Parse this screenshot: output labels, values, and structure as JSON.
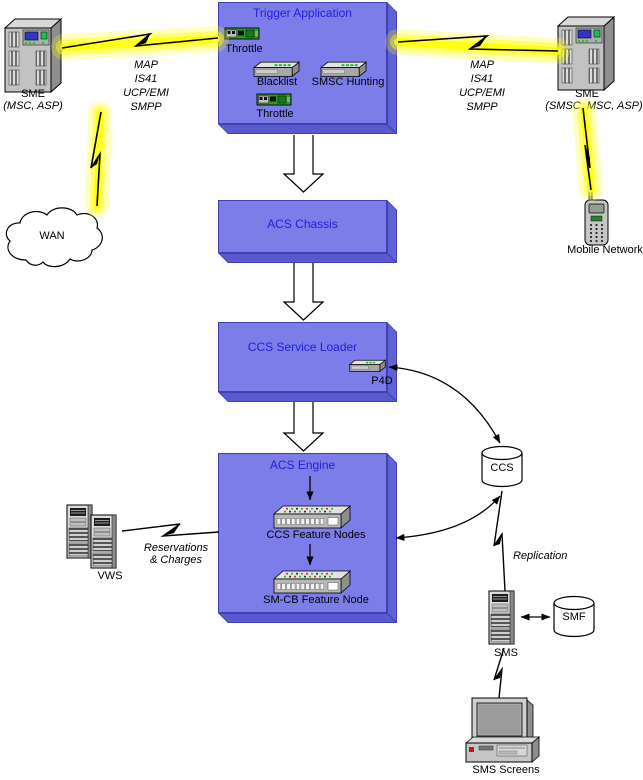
{
  "diagram": {
    "boxes": {
      "trigger_application": {
        "title": "Trigger Application",
        "items": {
          "throttle_top": "Throttle",
          "blacklist": "Blacklist",
          "smsc_hunting": "SMSC Hunting",
          "throttle_bottom": "Throttle"
        }
      },
      "acs_chassis": {
        "title": "ACS Chassis"
      },
      "ccs_service_loader": {
        "title": "CCS Service Loader",
        "p4d_label": "P4D"
      },
      "acs_engine": {
        "title": "ACS Engine",
        "ccs_feature_nodes": "CCS Feature Nodes",
        "smcb_feature_node": "SM-CB Feature Node"
      }
    },
    "nodes": {
      "sme_left": {
        "title": "SME",
        "subtitle": "(MSC, ASP)"
      },
      "sme_right": {
        "title": "SME",
        "subtitle": "(SMSC, MSC, ASP)"
      },
      "wan": "WAN",
      "mobile_network": "Mobile Network",
      "ccs_db": "CCS",
      "smf_db": "SMF",
      "sms": "SMS",
      "sms_screens": "SMS Screens",
      "vws": "VWS"
    },
    "links": {
      "protocols_left": [
        "MAP",
        "IS41",
        "UCP/EMI",
        "SMPP"
      ],
      "protocols_right": [
        "MAP",
        "IS41",
        "UCP/EMI",
        "SMPP"
      ],
      "replication": "Replication",
      "reservations_line1": "Reservations",
      "reservations_line2": "& Charges"
    }
  },
  "colors": {
    "box_face": "#7d7de9",
    "box_side": "#5a5ad0",
    "box_title_text": "#2121d6",
    "lightning_glow": "#ffff00",
    "line": "#000000",
    "background": "#ffffff"
  }
}
